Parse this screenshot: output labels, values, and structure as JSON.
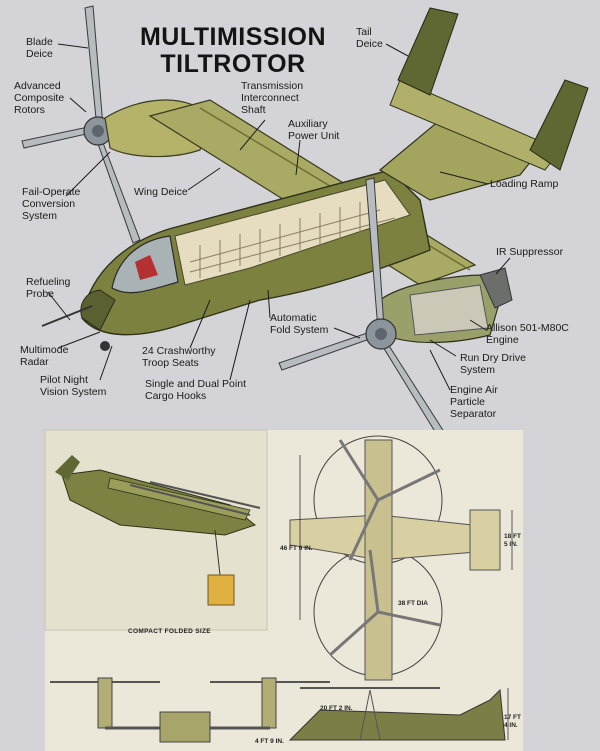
{
  "title": {
    "line1": "MULTIMISSION",
    "line2": "TILTROTOR"
  },
  "callouts": {
    "blade_deice": "Blade\nDeice",
    "advanced_composite_rotors": "Advanced\nComposite\nRotors",
    "fail_operate": "Fail-Operate\nConversion\nSystem",
    "refueling_probe": "Refueling\nProbe",
    "multimode_radar": "Multimode\nRadar",
    "pilot_night_vision": "Pilot Night\nVision System",
    "troop_seats": "24 Crashworthy\nTroop Seats",
    "cargo_hooks": "Single and Dual Point\nCargo Hooks",
    "automatic_fold": "Automatic\nFold System",
    "wing_deice": "Wing Deice",
    "transmission_shaft": "Transmission\nInterconnect\nShaft",
    "apu": "Auxiliary\nPower Unit",
    "tail_deice": "Tail\nDeice",
    "loading_ramp": "Loading Ramp",
    "ir_suppressor": "IR Suppressor",
    "engine": "Allison 501-M80C\nEngine",
    "run_dry": "Run Dry Drive\nSystem",
    "engine_air": "Engine Air\nParticle\nSeparator"
  },
  "lower": {
    "folded_caption": "COMPACT FOLDED SIZE",
    "dim_length": "46 FT 6 IN.",
    "dim_rotor": "38 FT DIA",
    "dim_width": "18 FT\n5 IN.",
    "dim_span": "20 FT 2 IN.",
    "dim_height": "17 FT\n4 IN.",
    "dim_ground": "4 FT 9 IN."
  },
  "colors": {
    "background": "#d4d4d8",
    "airframe_olive": "#9fa35a",
    "airframe_dark": "#5d6431",
    "interior_cream": "#e8ddc0",
    "rotor_grey": "#aeb3b8",
    "panel_bg": "#eae6d6"
  }
}
